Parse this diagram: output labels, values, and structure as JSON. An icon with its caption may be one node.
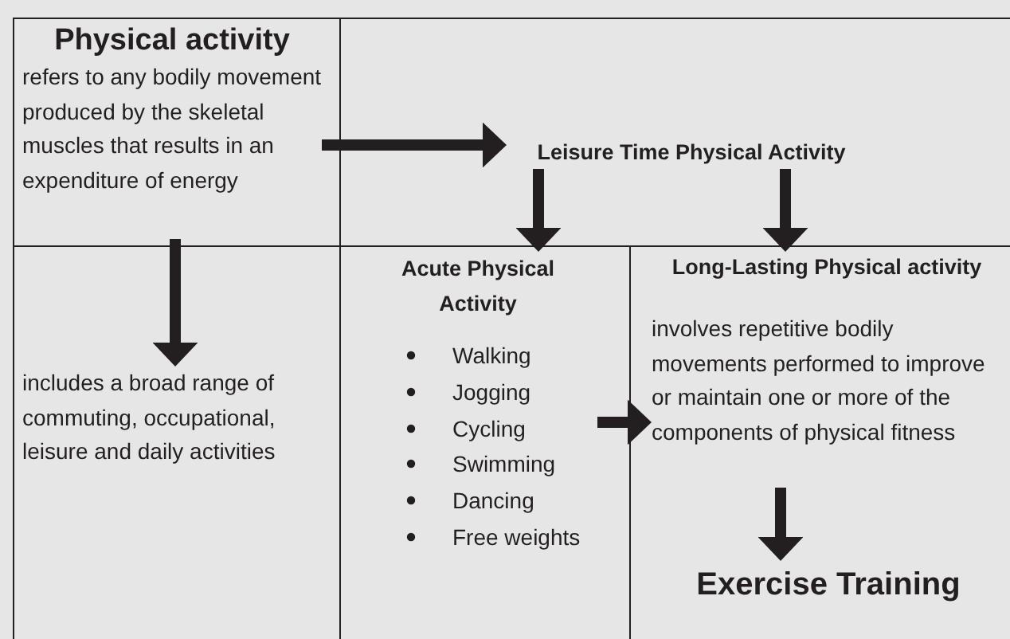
{
  "diagram": {
    "nodes": [
      {
        "text": [
          "Physical activity",
          "refers to any bodily movement produced by the skeletal muscles that results in an expenditure of energy"
        ]
      },
      {
        "text": [
          "Leisure Time Physical Activity"
        ]
      },
      {
        "text": [
          "includes a broad range of commuting, occupational, leisure and daily activities"
        ]
      },
      {
        "text": [
          "Acute Physical Activity",
          "Walking",
          "Jogging",
          "Cycling",
          "Swimming",
          "Dancing",
          "Free weights"
        ]
      },
      {
        "text": [
          "Long-Lasting Physical activity"
        ]
      },
      {
        "text": [
          "involves repetitive bodily movements performed to improve or maintain one or more of the components of physical fitness"
        ]
      },
      {
        "text": [
          "Exercise Training"
        ]
      }
    ],
    "edges": [
      {
        "from": 0,
        "to": 1,
        "arrow": "to"
      },
      {
        "from": 0,
        "to": 2,
        "arrow": "to"
      },
      {
        "from": 1,
        "to": 3,
        "arrow": "to"
      },
      {
        "from": 1,
        "to": 4,
        "arrow": "to"
      },
      {
        "from": 3,
        "to": 5,
        "arrow": "to"
      },
      {
        "from": 5,
        "to": 6,
        "arrow": "to"
      }
    ]
  }
}
